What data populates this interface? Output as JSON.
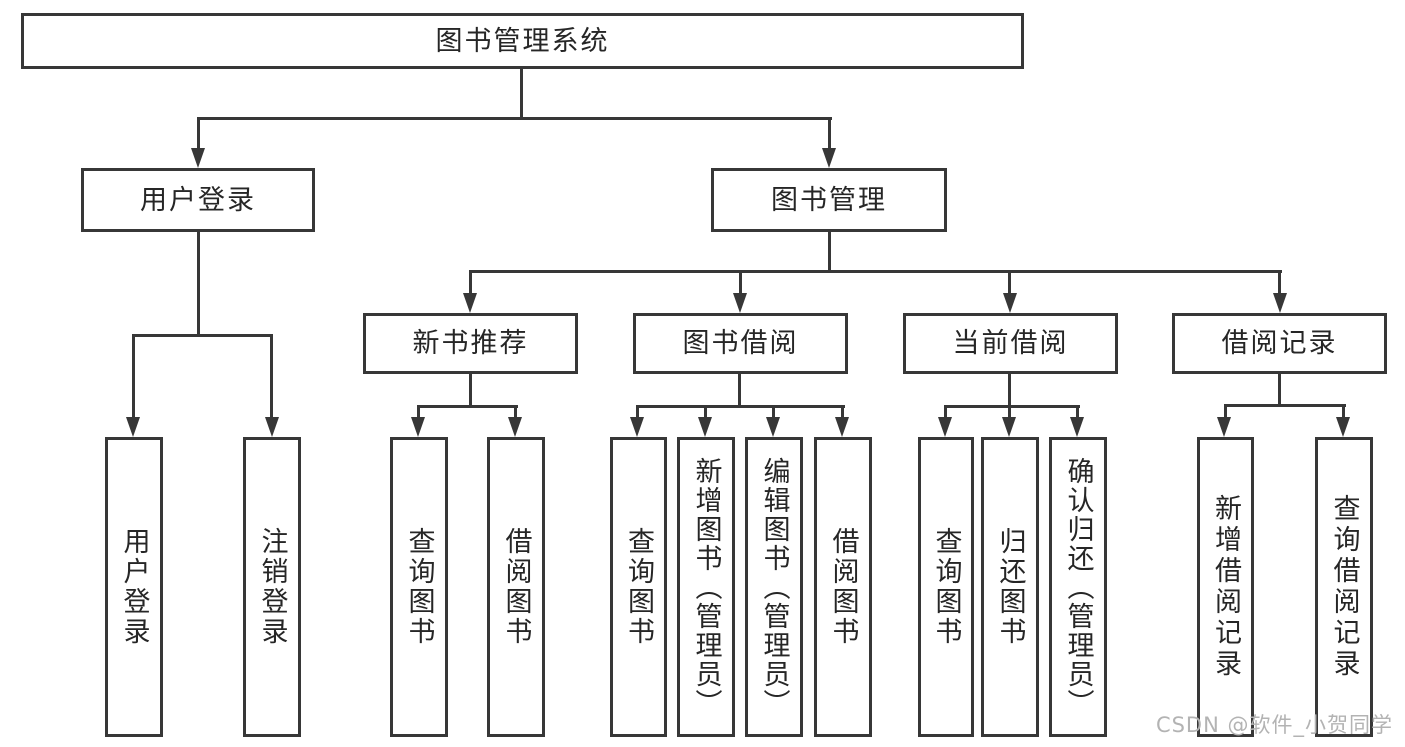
{
  "diagram": {
    "title": "图书管理系统",
    "watermark": "CSDN @软件_小贺同学",
    "colors": {
      "line": "#373737",
      "text": "#262626",
      "watermark": "#b3b3b3",
      "background": "#ffffff"
    }
  },
  "level2": {
    "login": {
      "label": "用户登录"
    },
    "mgmt": {
      "label": "图书管理"
    }
  },
  "level3": {
    "newbook": {
      "label": "新书推荐"
    },
    "borrow": {
      "label": "图书借阅"
    },
    "current": {
      "label": "当前借阅"
    },
    "records": {
      "label": "借阅记录"
    }
  },
  "leaves": {
    "user_login": {
      "label": "用户登录"
    },
    "logout": {
      "label": "注销登录"
    },
    "nb_query": {
      "label": "查询图书"
    },
    "nb_borrow": {
      "label": "借阅图书"
    },
    "bw_query": {
      "label": "查询图书"
    },
    "bw_add": {
      "label": "新增图书（管理员）"
    },
    "bw_edit": {
      "label": "编辑图书（管理员）"
    },
    "bw_borrow": {
      "label": "借阅图书"
    },
    "cur_query": {
      "label": "查询图书"
    },
    "cur_return": {
      "label": "归还图书"
    },
    "cur_confirm": {
      "label": "确认归还（管理员）"
    },
    "rec_add": {
      "label": "新增借阅记录"
    },
    "rec_query": {
      "label": "查询借阅记录"
    }
  }
}
